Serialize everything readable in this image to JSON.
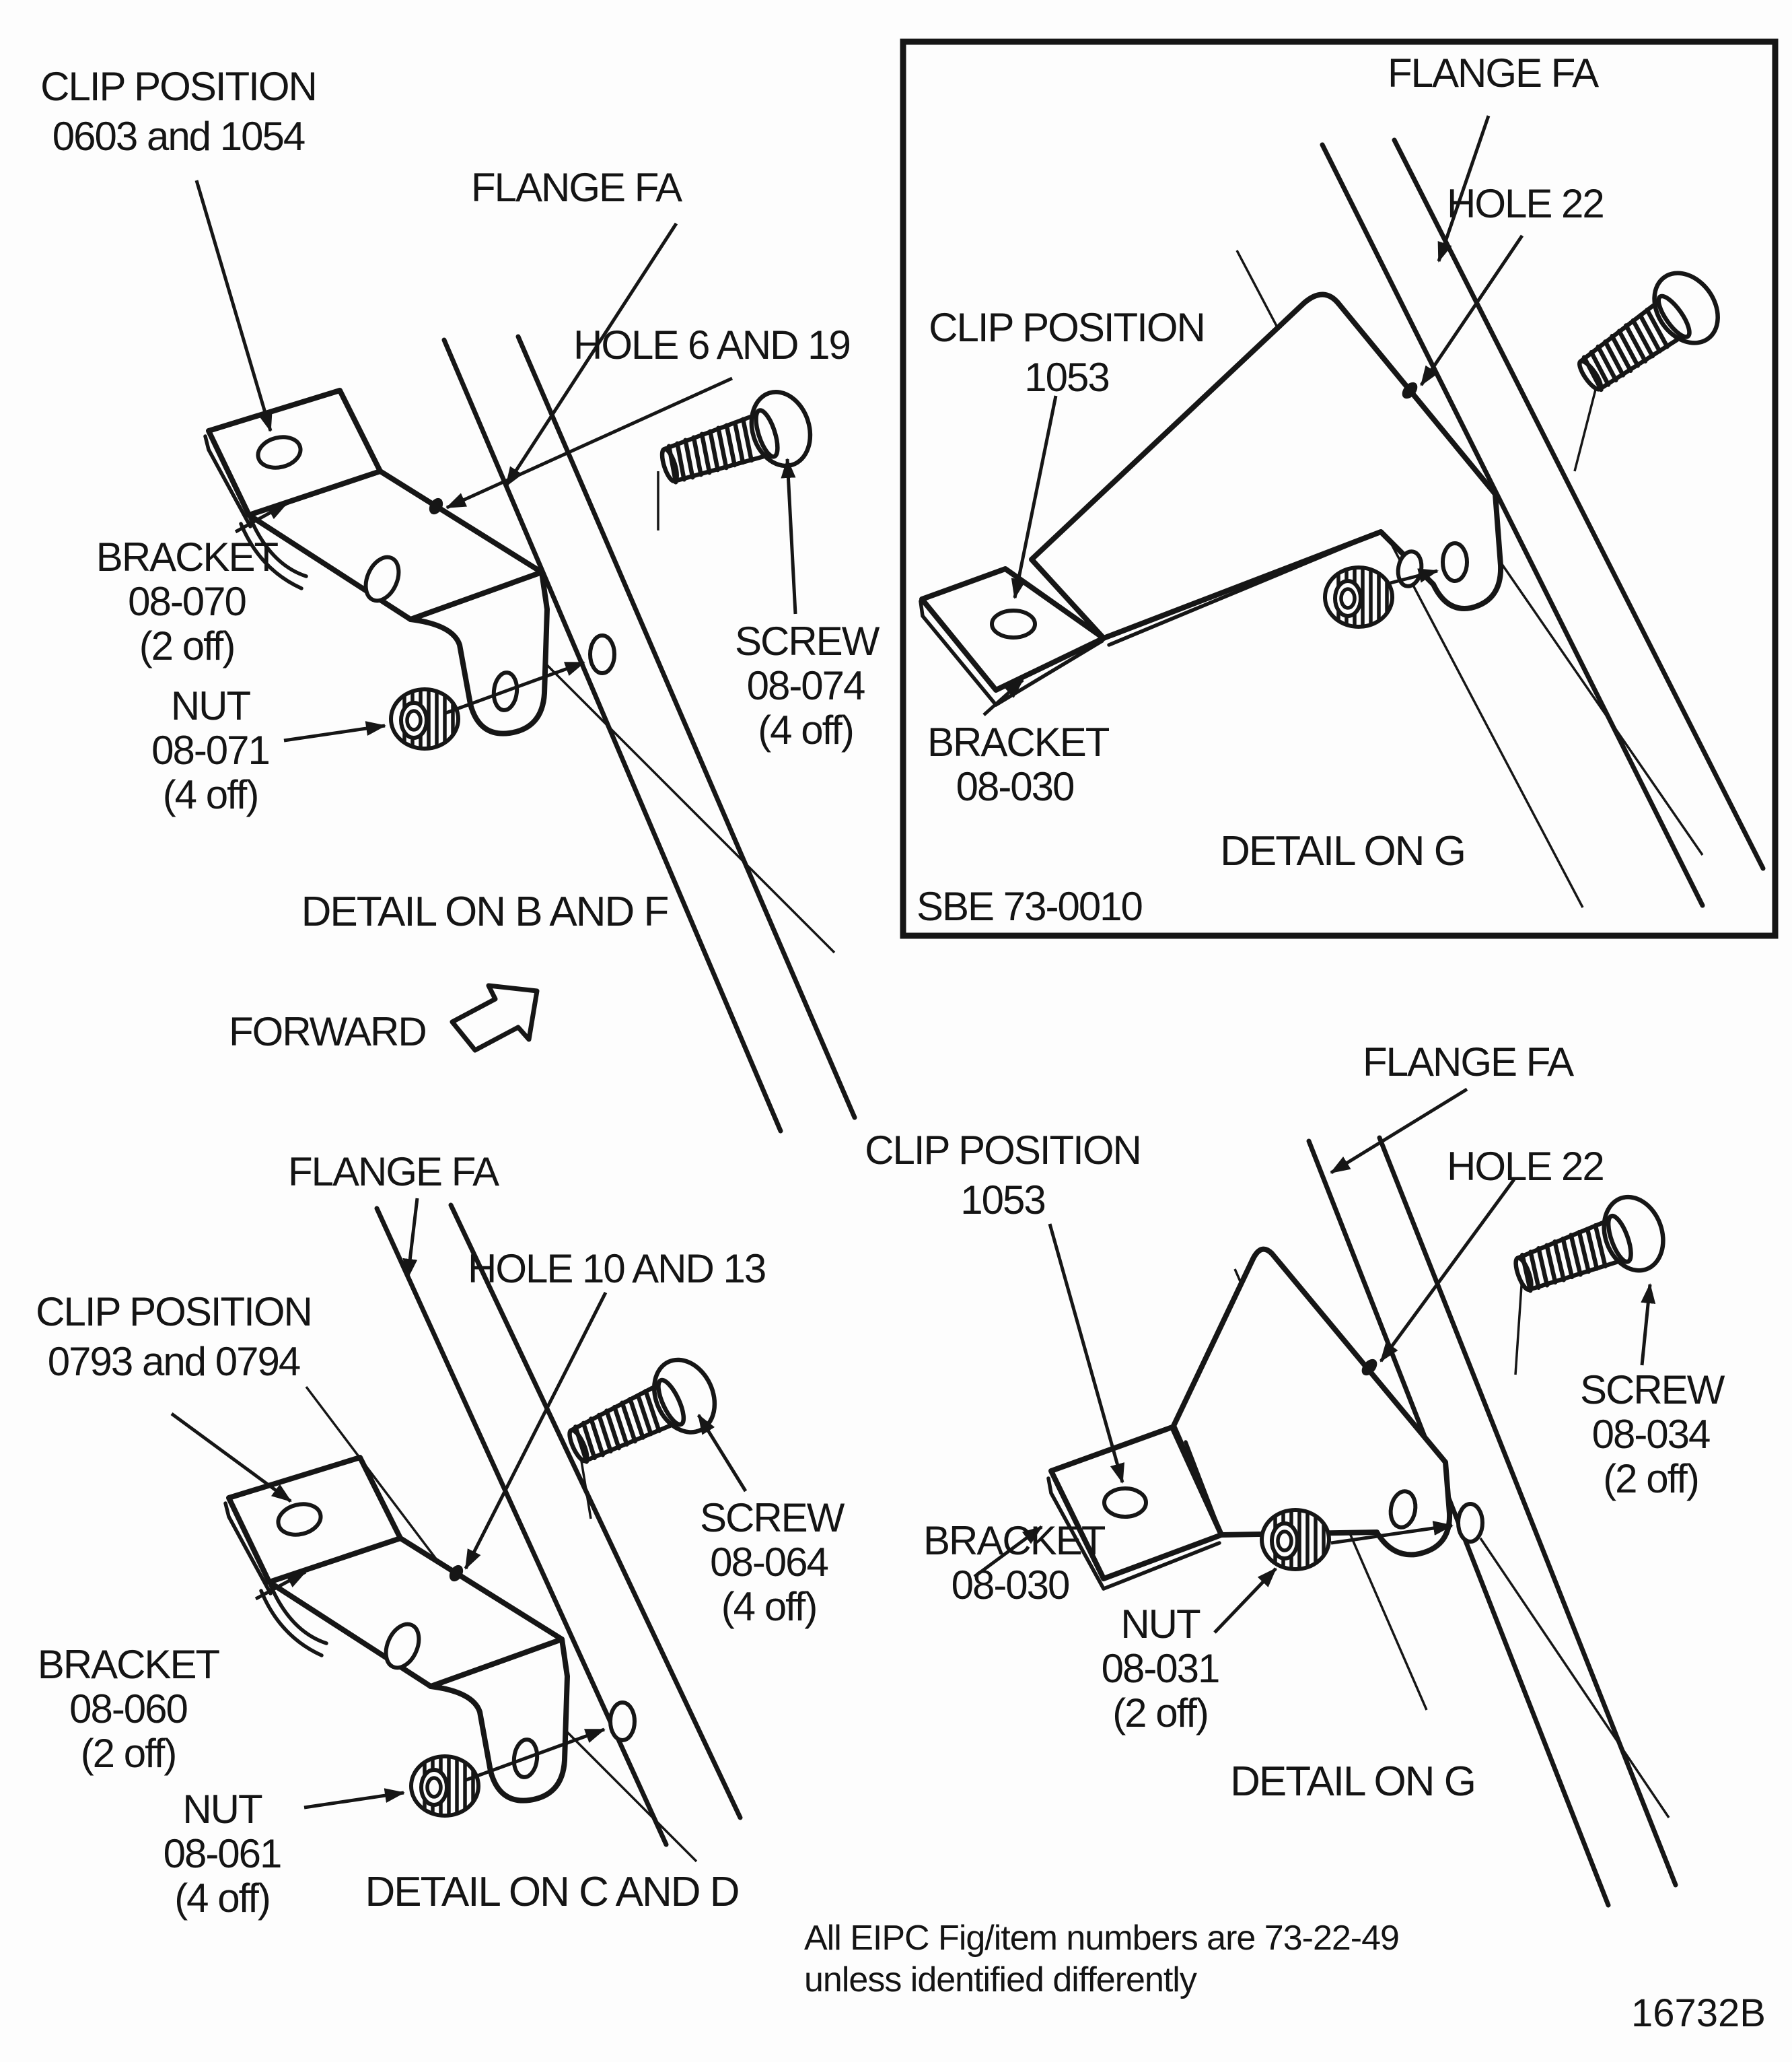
{
  "page": {
    "forward_label": "FORWARD",
    "footer_note": [
      "All EIPC Fig/item numbers are 73-22-49",
      "unless identified differently"
    ],
    "figure_number": "16732B"
  },
  "colors": {
    "ink": "#161616",
    "paper": "#fdfdfd"
  },
  "detail_bf": {
    "caption": "DETAIL ON B AND F",
    "clip_position": [
      "CLIP POSITION",
      "0603 and 1054"
    ],
    "flange_label": "FLANGE FA",
    "hole_label": "HOLE 6 AND 19",
    "bracket_label": [
      "BRACKET",
      "08-070",
      "(2 off)"
    ],
    "nut_label": [
      "NUT",
      "08-071",
      "(4 off)"
    ],
    "screw_label": [
      "SCREW",
      "08-074",
      "(4 off)"
    ]
  },
  "detail_g_boxed": {
    "caption": "DETAIL ON G",
    "sbe_ref": "SBE 73-0010",
    "clip_position": [
      "CLIP POSITION",
      "1053"
    ],
    "flange_label": "FLANGE FA",
    "hole_label": "HOLE 22",
    "bracket_label": [
      "BRACKET",
      "08-030"
    ]
  },
  "detail_cd": {
    "caption": "DETAIL ON C AND D",
    "clip_position": [
      "CLIP POSITION",
      "0793 and 0794"
    ],
    "flange_label": "FLANGE FA",
    "hole_label": "HOLE 10 AND 13",
    "bracket_label": [
      "BRACKET",
      "08-060",
      "(2 off)"
    ],
    "nut_label": [
      "NUT",
      "08-061",
      "(4 off)"
    ],
    "screw_label": [
      "SCREW",
      "08-064",
      "(4 off)"
    ]
  },
  "detail_g": {
    "caption": "DETAIL ON G",
    "clip_position": [
      "CLIP POSITION",
      "1053"
    ],
    "flange_label": "FLANGE FA",
    "hole_label": "HOLE 22",
    "bracket_label": [
      "BRACKET",
      "08-030"
    ],
    "nut_label": [
      "NUT",
      "08-031",
      "(2 off)"
    ],
    "screw_label": [
      "SCREW",
      "08-034",
      "(2 off)"
    ]
  }
}
